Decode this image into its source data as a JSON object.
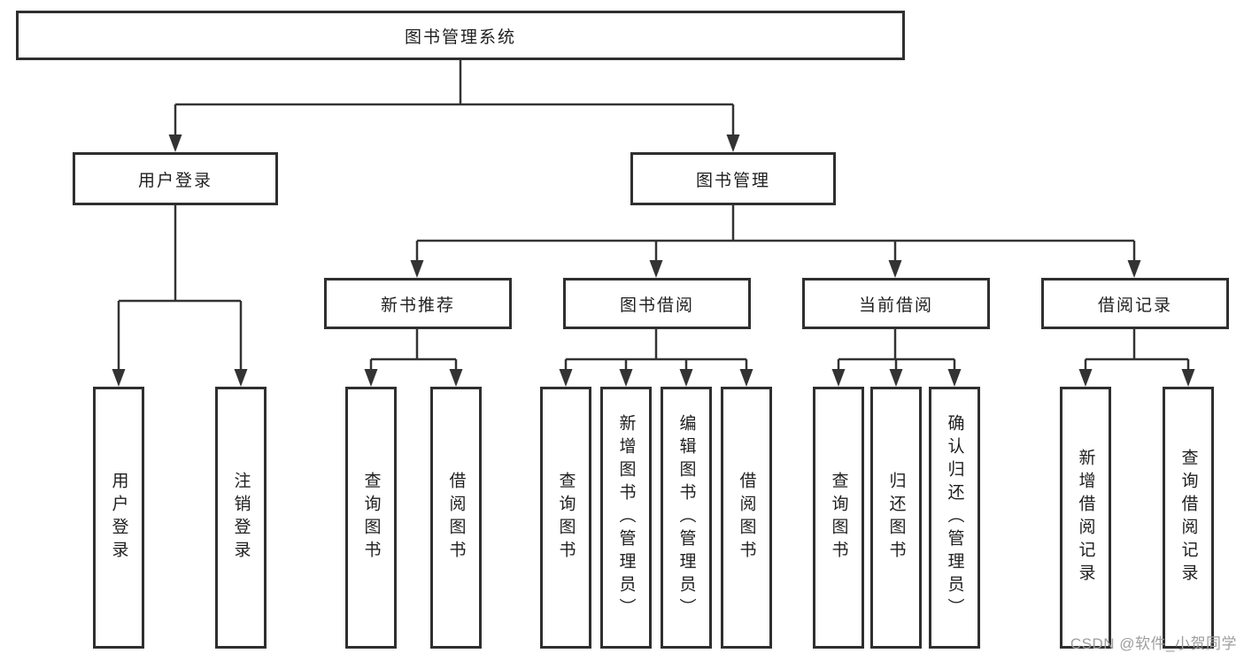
{
  "diagram_type": "hierarchy-tree",
  "tree": {
    "label": "图书管理系统",
    "children": [
      {
        "label": "用户登录",
        "children": [
          {
            "label": "用户登录"
          },
          {
            "label": "注销登录"
          }
        ]
      },
      {
        "label": "图书管理",
        "children": [
          {
            "label": "新书推荐",
            "children": [
              {
                "label": "查询图书"
              },
              {
                "label": "借阅图书"
              }
            ]
          },
          {
            "label": "图书借阅",
            "children": [
              {
                "label": "查询图书"
              },
              {
                "label": "新增图书（管理员）"
              },
              {
                "label": "编辑图书（管理员）"
              },
              {
                "label": "借阅图书"
              }
            ]
          },
          {
            "label": "当前借阅",
            "children": [
              {
                "label": "查询图书"
              },
              {
                "label": "归还图书"
              },
              {
                "label": "确认归还（管理员）"
              }
            ]
          },
          {
            "label": "借阅记录",
            "children": [
              {
                "label": "新增借阅记录"
              },
              {
                "label": "查询借阅记录"
              }
            ]
          }
        ]
      }
    ]
  },
  "watermark": {
    "text": "CSDN @软件_小贺同学"
  },
  "colors": {
    "line": "#333333",
    "box_border": "#2f2f2f",
    "text": "#1f1f1f",
    "watermark": "#9e9e9e",
    "background": "#ffffff"
  }
}
